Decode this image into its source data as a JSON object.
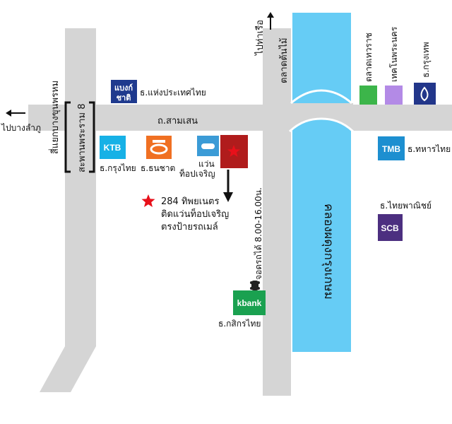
{
  "roads": {
    "main_road": "ถ.สามเสน",
    "bridge": "สะพานพระราม 8",
    "junction": "สี่แยกบางขุนพรหม",
    "canal": "คลองผดุงกรุงเกษม",
    "to_banglamphu": "ไปบางลำภู",
    "to_pier": "ไปท่าเรือ",
    "market": "ตลาดต้นไม้"
  },
  "banks": {
    "bot": {
      "logo": "แบงก์ชาติ",
      "logo_l1": "แบงก์",
      "logo_l2": "ชาติ",
      "name": "ธ.แห่งประเทศไทย"
    },
    "ktb": {
      "logo": "KTB",
      "name": "ธ.กรุงไทย"
    },
    "tbank": {
      "name": "ธ.ธนชาต"
    },
    "tmb": {
      "logo": "TMB",
      "name": "ธ.ทหารไทย"
    },
    "scb": {
      "logo": "SCB",
      "name": "ธ.ไทยพาณิชย์"
    },
    "kbank": {
      "logo": "kbank",
      "name": "ธ.กสิกรไทย"
    },
    "bbl": {
      "name": "ธ.กรุงเทพ"
    }
  },
  "landmarks": {
    "devaraj_market": "ตลาดเทวราช",
    "techno_college": "เทคโนพระนคร",
    "glasses_line1": "แว่น",
    "glasses_line2": "ท็อปเจริญ"
  },
  "destination": {
    "line1": "284 ทิพยเนตร",
    "line2": "ติดแว่นท็อปเจริญ",
    "line3": "ตรงป้ายรถเมล์"
  },
  "parking": "จอดรถได้ 8.00-16.00น.",
  "colors": {
    "road": "#d5d5d5",
    "canal": "#66ccf5",
    "bot": "#1f3a8e",
    "ktb": "#17b1e6",
    "tbank": "#f07022",
    "topcharoen": "#3b9bd6",
    "destination": "#b01c1c",
    "devaraj": "#3cb54a",
    "techno": "#b38ae6",
    "bbl": "#22368a",
    "tmb": "#1d8fd0",
    "scb": "#4c2f80",
    "kbank": "#1aa150",
    "star": "#e8101a"
  }
}
